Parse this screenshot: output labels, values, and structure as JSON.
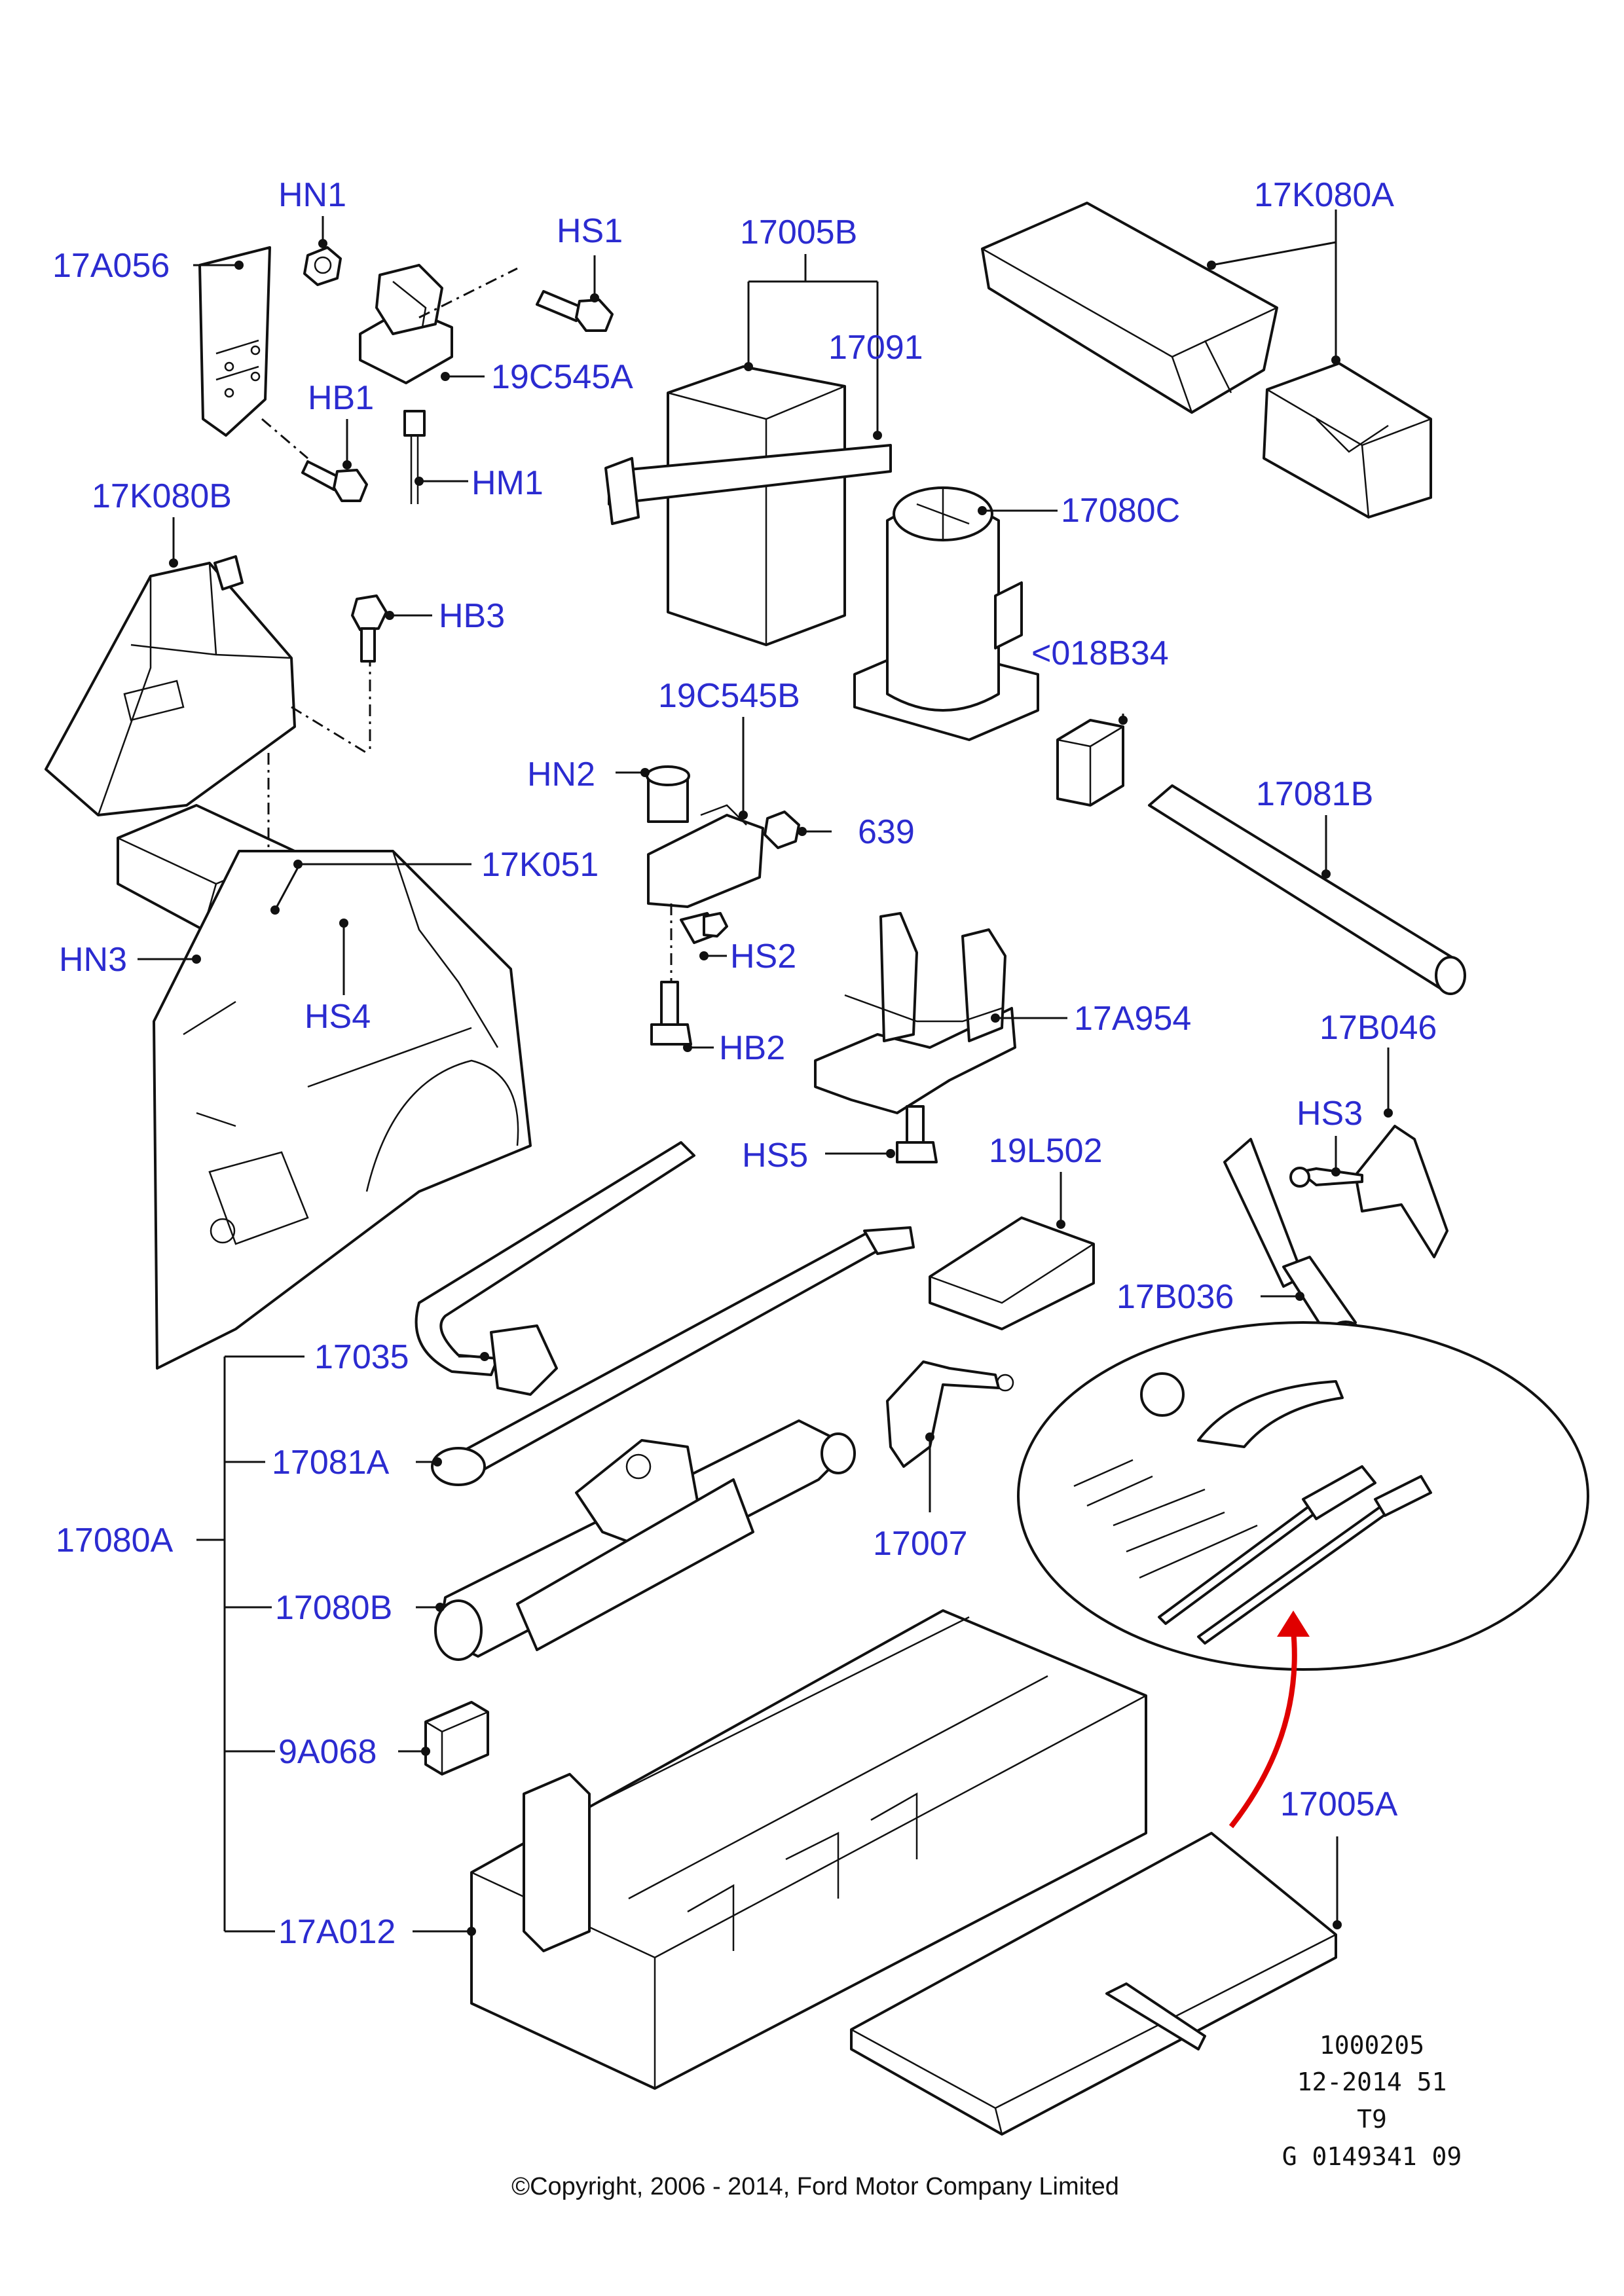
{
  "callouts": {
    "c_17A056": "17A056",
    "c_HN1": "HN1",
    "c_HS1": "HS1",
    "c_19C545A": "19C545A",
    "c_HB1": "HB1",
    "c_HM1": "HM1",
    "c_17005B": "17005B",
    "c_17091": "17091",
    "c_17K080A": "17K080A",
    "c_17080C": "17080C",
    "c_17K080B": "17K080B",
    "c_HB3": "HB3",
    "c_018B34": "<018B34",
    "c_19C545B": "19C545B",
    "c_HN2": "HN2",
    "c_639": "639",
    "c_17081B": "17081B",
    "c_17K051": "17K051",
    "c_HN3": "HN3",
    "c_HS2": "HS2",
    "c_HS4": "HS4",
    "c_17A954": "17A954",
    "c_17B046": "17B046",
    "c_HB2": "HB2",
    "c_HS3": "HS3",
    "c_HS5": "HS5",
    "c_19L502": "19L502",
    "c_17B036": "17B036",
    "c_17035": "17035",
    "c_17081A": "17081A",
    "c_17007": "17007",
    "c_17080A": "17080A",
    "c_17080B": "17080B",
    "c_9A068": "9A068",
    "c_17005A": "17005A",
    "c_17A012": "17A012"
  },
  "reference": {
    "line1": "1000205",
    "line2": "12-2014 51",
    "line3": "T9",
    "line4": "G 0149341 09"
  },
  "copyright": "©Copyright, 2006 - 2014, Ford Motor Company Limited",
  "colors": {
    "callout_text": "#2b2bd0",
    "line": "#111111",
    "arrow": "#e00000",
    "background": "#ffffff"
  }
}
